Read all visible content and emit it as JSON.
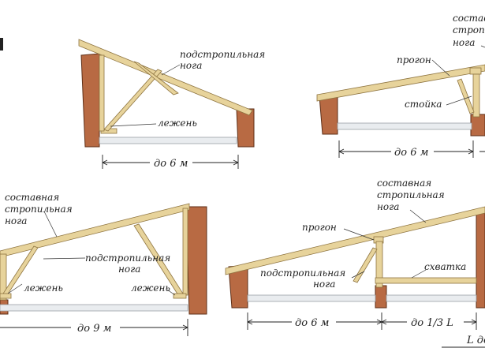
{
  "labels": {
    "d1_rafter": [
      "подстропильная",
      "нога"
    ],
    "d1_sill": "лежень",
    "d1_span": "до 6 м",
    "d2_top": [
      "состав",
      "строп",
      "нога"
    ],
    "d2_purlin": "прогон",
    "d2_post": "стойка",
    "d2_span": "до 6 м",
    "d3_composite": [
      "составная",
      "стропильная",
      "нога"
    ],
    "d3_rafter": [
      "подстропильная",
      "нога"
    ],
    "d3_sill_left": "лежень",
    "d3_sill_right": "лежень",
    "d3_span": "до 9 м",
    "d4_composite": [
      "составная",
      "стропильная",
      "нога"
    ],
    "d4_purlin": "прогон",
    "d4_rafter": [
      "подстропильная",
      "нога"
    ],
    "d4_tie": "схватка",
    "d4_span1": "до 6 м",
    "d4_span2": "до 1/3 L",
    "d4_span3": "L до"
  },
  "colors": {
    "wall": "#b86a43",
    "timber": "#e7d39b",
    "slab": "#e9ecef",
    "text": "#222222"
  }
}
